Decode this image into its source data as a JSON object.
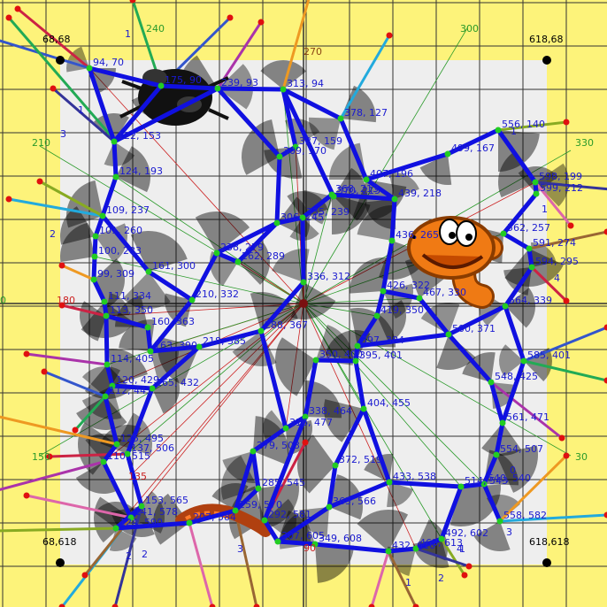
{
  "colors": {
    "background": "#fdf37a",
    "panel": "#eeeeee",
    "grid": "#333333",
    "edge": "#1010e0",
    "node": "#22cc22",
    "angle_green": "#2a9a2a",
    "angle_red": "#cc2222",
    "angle_dark": "#8b4513"
  },
  "corners": [
    {
      "label": "68,68",
      "pos": "top-left"
    },
    {
      "label": "618,68",
      "pos": "top-right"
    },
    {
      "label": "68,618",
      "pos": "bottom-left"
    },
    {
      "label": "618,618",
      "pos": "bottom-right"
    }
  ],
  "center_label": "336, 312",
  "angle_labels": [
    {
      "text": "300",
      "color": "green"
    },
    {
      "text": "270",
      "color": "dark"
    },
    {
      "text": "240",
      "color": "green"
    },
    {
      "text": "210",
      "color": "green"
    },
    {
      "text": "180",
      "color": "red"
    },
    {
      "text": "150",
      "color": "green"
    },
    {
      "text": "135",
      "color": "red"
    },
    {
      "text": "90",
      "color": "red"
    },
    {
      "text": "30",
      "color": "green"
    },
    {
      "text": "330",
      "color": "green"
    },
    {
      "text": "0",
      "color": "green"
    }
  ],
  "nodes": [
    {
      "label": "94, 70"
    },
    {
      "label": "175, 90"
    },
    {
      "label": "239, 93"
    },
    {
      "label": "313, 94"
    },
    {
      "label": "378, 127"
    },
    {
      "label": "556, 140"
    },
    {
      "label": "327, 159"
    },
    {
      "label": "309, 170"
    },
    {
      "label": "122, 153"
    },
    {
      "label": "124, 193"
    },
    {
      "label": "407, 196"
    },
    {
      "label": "499, 167"
    },
    {
      "label": "598, 199"
    },
    {
      "label": "599, 212"
    },
    {
      "label": "370, 215"
    },
    {
      "label": "368, 213"
    },
    {
      "label": "439, 218"
    },
    {
      "label": "109, 237"
    },
    {
      "label": "335, 239"
    },
    {
      "label": "306, 245"
    },
    {
      "label": "436, 265"
    },
    {
      "label": "562, 257"
    },
    {
      "label": "101, 260"
    },
    {
      "label": "238, 279"
    },
    {
      "label": "262, 289"
    },
    {
      "label": "591, 274"
    },
    {
      "label": "594, 295"
    },
    {
      "label": "100, 283"
    },
    {
      "label": "161, 300"
    },
    {
      "label": "99, 309"
    },
    {
      "label": "336, 312"
    },
    {
      "label": "210, 332"
    },
    {
      "label": "426, 322"
    },
    {
      "label": "467, 330"
    },
    {
      "label": "564, 339"
    },
    {
      "label": "111, 334"
    },
    {
      "label": "113, 350"
    },
    {
      "label": "160, 363"
    },
    {
      "label": "288, 367"
    },
    {
      "label": "419, 350"
    },
    {
      "label": "500, 371"
    },
    {
      "label": "218, 385"
    },
    {
      "label": "163, 390"
    },
    {
      "label": "397, 384"
    },
    {
      "label": "585, 401"
    },
    {
      "label": "114, 405"
    },
    {
      "label": "350, 400"
    },
    {
      "label": "395, 401"
    },
    {
      "label": "120, 429"
    },
    {
      "label": "165, 432"
    },
    {
      "label": "112, 441"
    },
    {
      "label": "404, 455"
    },
    {
      "label": "548, 425"
    },
    {
      "label": "338, 464"
    },
    {
      "label": "316, 477"
    },
    {
      "label": "561, 471"
    },
    {
      "label": "125, 495"
    },
    {
      "label": "137, 506"
    },
    {
      "label": "279, 503"
    },
    {
      "label": "554, 507"
    },
    {
      "label": "110, 515"
    },
    {
      "label": "372, 519"
    },
    {
      "label": "433, 538"
    },
    {
      "label": "540, 540"
    },
    {
      "label": "285, 545"
    },
    {
      "label": "153, 565"
    },
    {
      "label": "141, 578"
    },
    {
      "label": "259, 570"
    },
    {
      "label": "365, 566"
    },
    {
      "label": "514, 543"
    },
    {
      "label": "558, 582"
    },
    {
      "label": "207, 584"
    },
    {
      "label": "124, 590"
    },
    {
      "label": "307, 605"
    },
    {
      "label": "349, 608"
    },
    {
      "label": "492, 602"
    },
    {
      "label": "292, 581"
    },
    {
      "label": "432, 616"
    },
    {
      "label": "463, 613"
    }
  ],
  "small_labels": [
    "1",
    "2",
    "3",
    "4",
    "1",
    "1",
    "2",
    "3",
    "1",
    "1",
    "4",
    "2",
    "3",
    "1",
    "2",
    "0"
  ]
}
